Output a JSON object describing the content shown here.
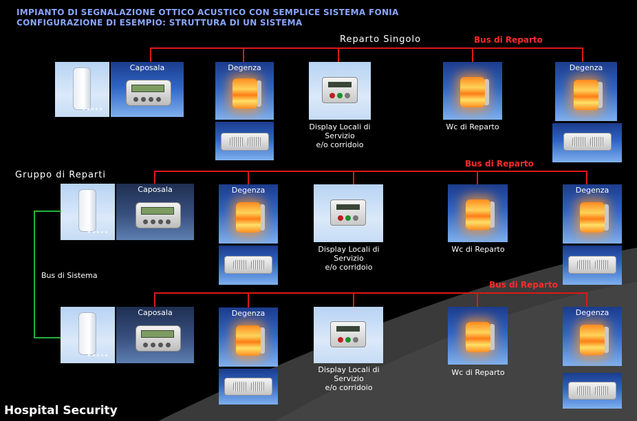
{
  "title": {
    "line1": "IMPIANTO DI SEGNALAZIONE  OTTICO ACUSTICO CON SEMPLICE SISTEMA FONIA",
    "line2": "CONFIGURAZIONE DI ESEMPIO:  STRUTTURA DI UN SISTEMA"
  },
  "labels": {
    "reparto_singolo": "Reparto Singolo",
    "gruppo_di_reparti": "Gruppo di Reparti",
    "bus_di_sistema": "Bus di Sistema",
    "bus_di_reparto": "Bus di Reparto",
    "caposala": "Caposala",
    "degenza": "Degenza",
    "display_line1": "Display  Locali  di Servizio",
    "display_line2": "e/o corridoio",
    "wc": "Wc di Reparto"
  },
  "footer": "Hospital Security",
  "colors": {
    "ward_bus": "#e01818",
    "system_bus": "#22b33a",
    "title": "#8aa6ff",
    "bus_label": "#ff2a2a"
  },
  "icons": {
    "phone": "phone-handset-icon",
    "keypad": "caposala-console-icon",
    "lamp": "corridor-lamp-icon",
    "speaker": "room-speaker-icon",
    "display": "service-display-icon"
  }
}
